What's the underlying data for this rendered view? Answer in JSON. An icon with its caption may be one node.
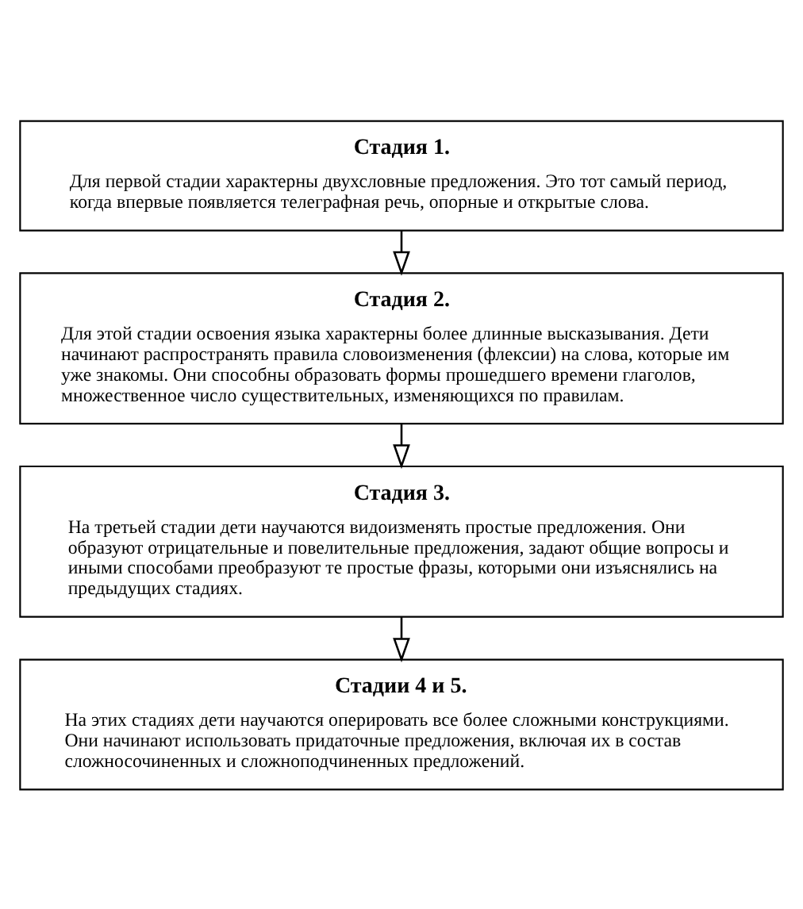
{
  "diagram": {
    "nodes": [
      {
        "text": [
          "Стадия 1.",
          "Для первой стадии характерны двухсловные предложения. Это тот самый период, когда впервые появляется телеграфная речь, опорные и открытые слова."
        ]
      },
      {
        "text": [
          "Стадия 2.",
          "Для этой стадии освоения языка характерны более длинные высказывания. Дети начинают распространять правила словоизменения (флексии) на слова, которые им уже знакомы. Они способны образовать формы прошедшего времени глаголов, множественное число существительных, изменяющихся по правилам."
        ]
      },
      {
        "text": [
          "Стадия 3.",
          "На третьей стадии дети научаются видоизменять простые предложения. Они образуют отрицательные и повелительные предложения, задают общие вопросы и иными способами преобразуют те простые фразы, которыми они изъяснялись на предыдущих стадиях."
        ]
      },
      {
        "text": [
          "Стадии 4 и 5.",
          "На этих стадиях дети научаются оперировать все более сложными конструкциями. Они начинают использовать придаточные предложения, включая их в состав сложносочиненных и сложноподчиненных предложений."
        ]
      }
    ],
    "edges": [
      {
        "from": 0,
        "to": 1,
        "arrow": "to"
      },
      {
        "from": 1,
        "to": 2,
        "arrow": "to"
      },
      {
        "from": 2,
        "to": 3,
        "arrow": "to"
      }
    ]
  }
}
